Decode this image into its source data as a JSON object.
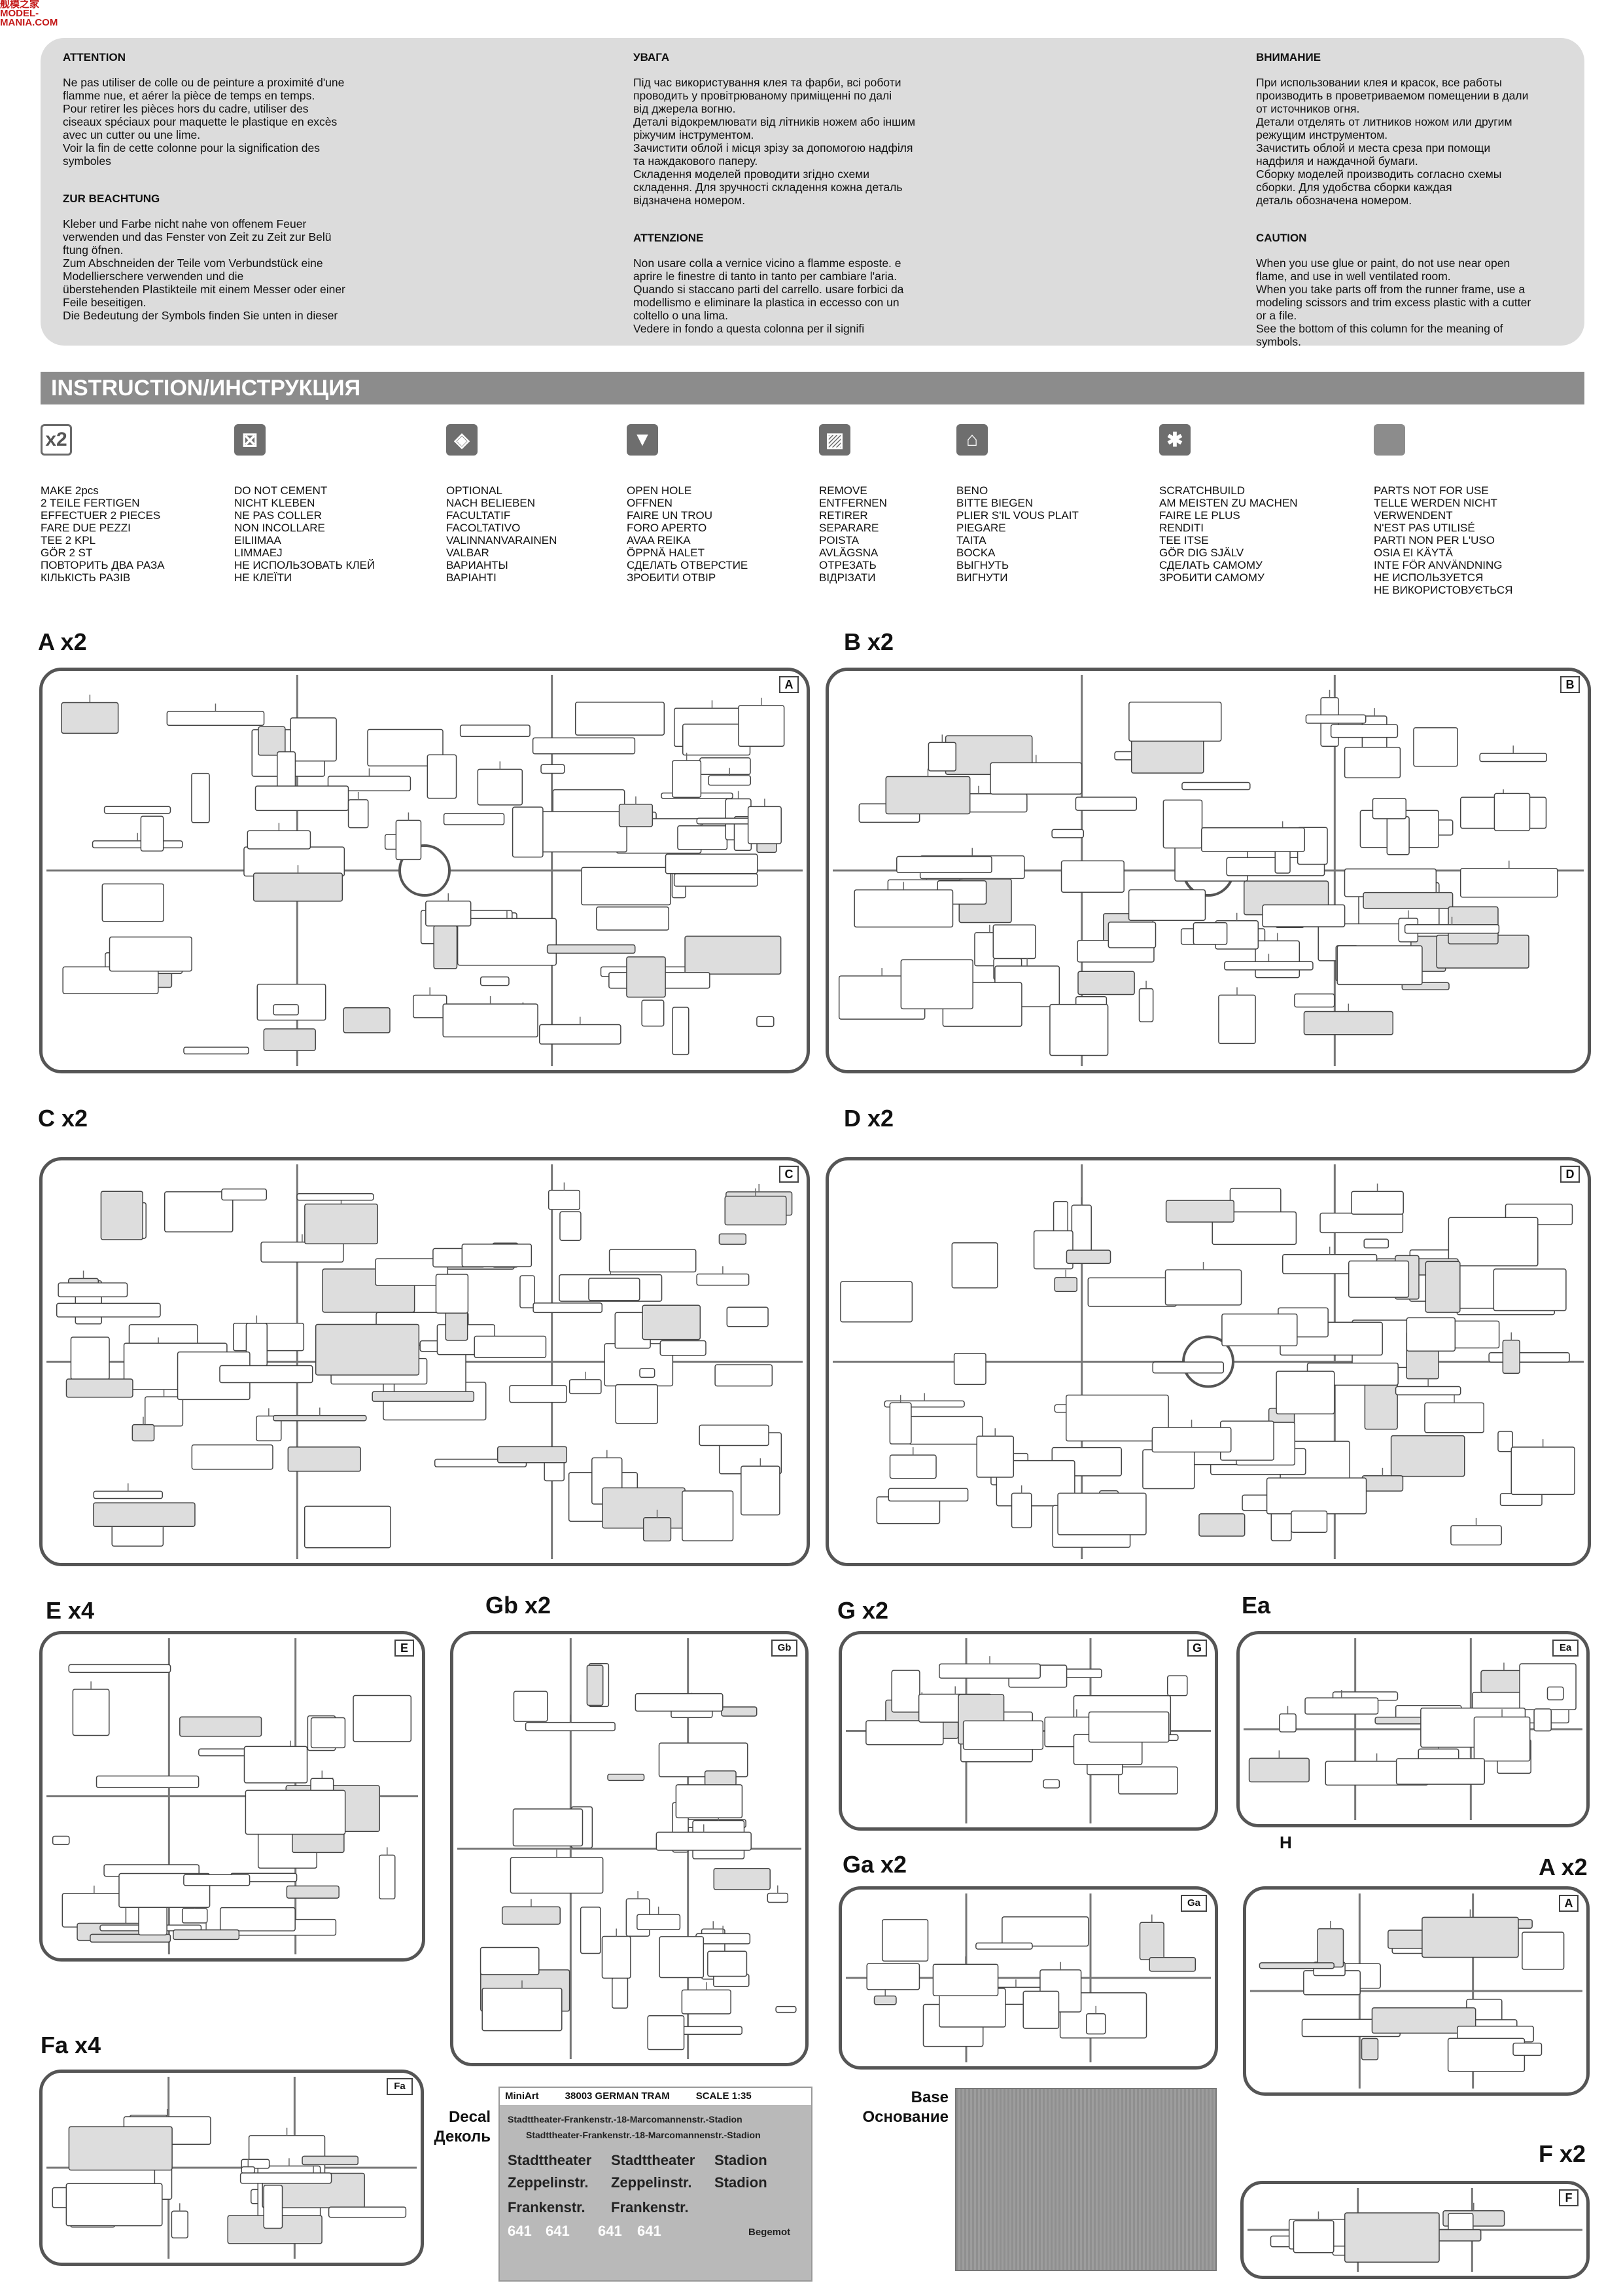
{
  "watermark": "舰模之家\nMODEL-MANIA.COM",
  "warnings": {
    "fr": {
      "title": "ATTENTION",
      "text": "Ne pas utiliser de colle ou de peinture a proximité d'une\nflamme nue, et aérer la pièce de temps en temps.\nPour retirer les pièces hors du cadre, utiliser des\nciseaux spéciaux pour maquette le plastique en excès\navec un cutter ou une lime.\nVoir la fin de cette colonne pour la signification des\nsymboles"
    },
    "de": {
      "title": "ZUR BEACHTUNG",
      "text": "Kleber und Farbe nicht nahe von offenem Feuer\nverwenden und das Fenster von Zeit zu Zeit zur Belü\nftung öfnen.\nZum Abschneiden  der Teile vom Verbundstück eine\nModellierschere   verwenden   und   die\nüberstehenden Plastikteile mit einem Messer oder einer\nFeile beseitigen.\nDie Bedeutung der Symbols finden Sie unten in dieser"
    },
    "ua": {
      "title": "УВАГА",
      "text": "Під час використування клея та фарби, всі роботи\nпроводить у провітрюваному  приміщенні по далі\nвід джерела     вогню.\nДеталі відокремлювати від літників ножем або іншим\nріжучим інструментом.\nЗачистити облой і місця зрізу за допомогою надфіля\nта наждакового паперу.\nСкладення моделей проводити згідно схеми\nскладення. Для зручності складення кожна деталь\nвідзначена номером."
    },
    "it": {
      "title": "ATTENZIONE",
      "text": "Non usare colla a vernice vicino a flamme esposte. e\naprire le finestre di tanto in tanto per cambiare l'aria.\nQuando si staccano parti del carrello. usare forbici da\nmodellismo e eliminare la plastica in eccesso con un\ncoltello o una lima.\nVedere in fondo a questa colonna per il signifi"
    },
    "ru": {
      "title": "ВНИМАНИЕ",
      "text": "При использовании клея и красок, все работы\nпроизводить в проветриваемом помещении в дали\nот источников огня.\nДетали отделять от литников ножом или другим\nрежущим инструментом.\nЗачистить облой и места среза при помощи\nнадфиля и наждачной бумаги.\nСборку моделей производить согласно схемы\nсборки. Для удобства сборки каждая\nдеталь обозначена номером."
    },
    "en": {
      "title": "CAUTION",
      "text": "When you use glue or paint, do not use near open\nflame, and use in well ventilated room.\nWhen you take parts off from the runner frame, use a\nmodeling scissors and trim excess plastic with a cutter\nor a file.\nSee the bottom of this column for the meaning of\nsymbols."
    }
  },
  "instruction_title": "INSTRUCTION/ИНСТРУКЦИЯ",
  "symbols": [
    {
      "icon": "x2-icon",
      "glyph": "x2",
      "text": "MAKE 2pcs\n2 TEILE FERTIGEN\nEFFECTUER 2 PIECES\nFARE DUE PEZZI\nTEE 2 KPL\nGÖR 2 ST\nПОВТОРИТЬ ДВА РАЗА\nКІЛЬКІСТЬ РАЗІВ"
    },
    {
      "icon": "no-cement-icon",
      "glyph": "⊠",
      "text": "DO NOT CEMENT\nNICHT KLEBEN\nNE PAS COLLER\nNON INCOLLARE\nEILIIMAA\nLIMMAEJ\nНЕ ИСПОЛЬЗОВАТЬ КЛЕЙ\nНЕ КЛЕЇТИ"
    },
    {
      "icon": "optional-icon",
      "glyph": "◈",
      "text": "OPTIONAL\nNACH BELIEBEN\nFACULTATIF\nFACOLTATIVO\nVALINNANVARAINEN\nVALBAR\nВАРИАНТЫ\nВАРІАНТІ"
    },
    {
      "icon": "open-hole-icon",
      "glyph": "▼",
      "text": "OPEN  HOLE\nOFFNEN\nFAIRE UN TROU\nFORO APERTO\nAVAA REIKA\nÖPPNÄ HALET\nСДЕЛАТЬ ОТВЕРСТИЕ\nЗРОБИТИ ОТВІР"
    },
    {
      "icon": "remove-icon",
      "glyph": "▨",
      "text": "REMOVE\nENTFERNEN\nRETIRER\nSEPARARE\nPOISTA\nAVLÄGSNA\nОТРЕЗАТЬ\nВІДРІЗАТИ"
    },
    {
      "icon": "bend-icon",
      "glyph": "⌂",
      "text": "BENO\nBITTE BIEGEN\nPLIER S'IL VOUS PLAIT\nPIEGARE\nTAITA\nBOCKA\nВЫГНУТЬ\nВИГНУТИ"
    },
    {
      "icon": "scratchbuild-icon",
      "glyph": "✱",
      "text": "SCRATCHBUILD\nAM MEISTEN ZU MACHEN\nFAIRE LE PLUS\nRENDITI\nTEE ITSE\nGÖR DIG SJÄLV\nСДЕЛАТЬ САМОМУ\nЗРОБИТИ САМОМУ"
    },
    {
      "icon": "not-for-use-icon",
      "glyph": "",
      "text": "PARTS NOT FOR USE\nTELLE WERDEN NICHT VERWENDENT\nN'EST PAS UTILISÉ\nPARTI NON PER  L'USO\nOSIA EI KÄYTÄ\nINTE FÖR ANVÄNDNING\nНЕ ИСПОЛЬЗУЕТСЯ\nНЕ ВИКОРИСТОВУЄТЬСЯ"
    }
  ],
  "sprues": [
    {
      "id": "A",
      "title": "A x2",
      "frame_label": "A"
    },
    {
      "id": "B",
      "title": "B x2",
      "frame_label": "B"
    },
    {
      "id": "C",
      "title": "C x2",
      "frame_label": "C"
    },
    {
      "id": "D",
      "title": "D x2",
      "frame_label": "D"
    },
    {
      "id": "E",
      "title": "E x4",
      "frame_label": "E"
    },
    {
      "id": "Gb",
      "title": "Gb x2",
      "frame_label": "Gb"
    },
    {
      "id": "G",
      "title": "G x2",
      "frame_label": "G"
    },
    {
      "id": "Ea",
      "title": "Ea",
      "frame_label": "Ea"
    },
    {
      "id": "Ga",
      "title": "Ga x2",
      "frame_label": "Ga"
    },
    {
      "id": "A2",
      "title": "A x2",
      "frame_label": "A"
    },
    {
      "id": "Fa",
      "title": "Fa x4",
      "frame_label": "Fa"
    },
    {
      "id": "F",
      "title": "F x2",
      "frame_label": "F"
    }
  ],
  "h_label": "H",
  "decal": {
    "label": "Decal\nДеколь",
    "brand": "MiniArt",
    "kit": "38003 GERMAN TRAM",
    "scale": "SCALE 1:35",
    "route1": "Stadttheater-Frankenstr.-18-Marcomannenstr.-Stadion",
    "route2": "Stadttheater-Frankenstr.-18-Marcomannenstr.-Stadion",
    "s1": "Stadttheater",
    "s2": "Stadttheater",
    "s3": "Stadion",
    "z1": "Zeppelinstr.",
    "z2": "Zeppelinstr.",
    "z3": "Stadion",
    "f1": "Frankenstr.",
    "f2": "Frankenstr.",
    "num": "641",
    "maker": "Begemot"
  },
  "base": {
    "label": "Base\nОснование"
  }
}
